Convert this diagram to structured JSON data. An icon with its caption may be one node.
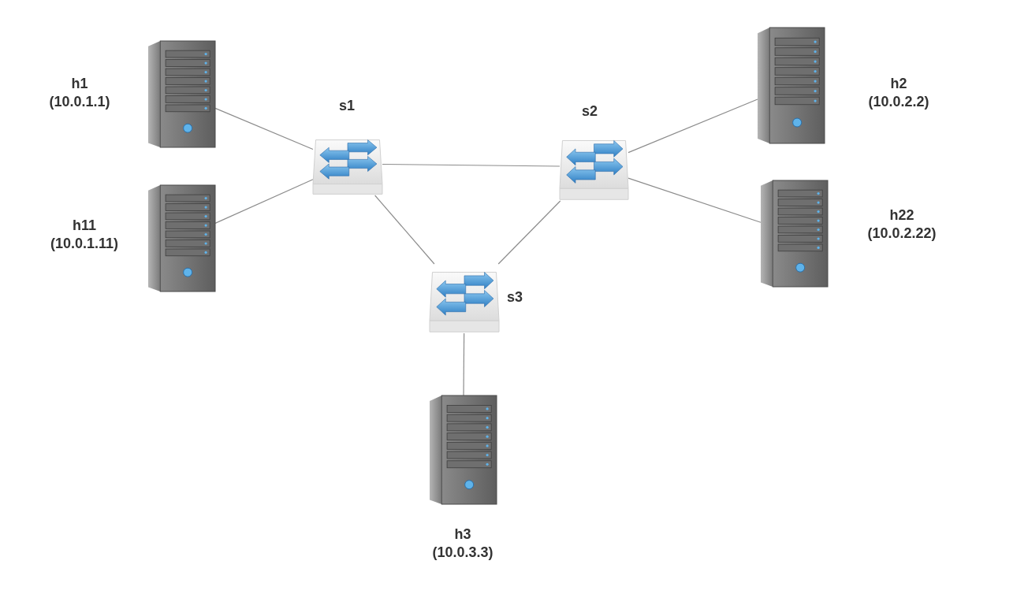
{
  "diagram": {
    "nodes": [
      {
        "text": [
          "h1 (10.0.1.1)"
        ]
      },
      {
        "text": [
          "s1"
        ]
      },
      {
        "text": [
          "s2"
        ]
      },
      {
        "text": [
          "h2 (10.0.2.2)"
        ]
      },
      {
        "text": [
          "h11 (10.0.1.11)"
        ]
      },
      {
        "text": [
          "h22 (10.0.2.22)"
        ]
      },
      {
        "text": [
          "s3"
        ]
      },
      {
        "text": [
          "h3 (10.0.3.3)"
        ]
      }
    ],
    "edges": [
      {
        "from": 0,
        "to": 1,
        "arrow": "none"
      },
      {
        "from": 4,
        "to": 1,
        "arrow": "none"
      },
      {
        "from": 1,
        "to": 2,
        "arrow": "none"
      },
      {
        "from": 2,
        "to": 3,
        "arrow": "none"
      },
      {
        "from": 2,
        "to": 5,
        "arrow": "none"
      },
      {
        "from": 1,
        "to": 6,
        "arrow": "none"
      },
      {
        "from": 2,
        "to": 6,
        "arrow": "none"
      },
      {
        "from": 6,
        "to": 7,
        "arrow": "none"
      }
    ]
  }
}
